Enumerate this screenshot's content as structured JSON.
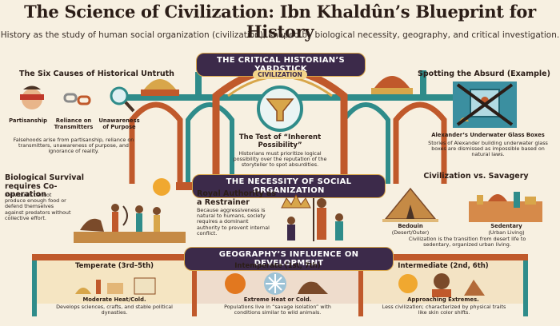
{
  "title": "The Science of Civilization: Ibn Khaldûn’s Blueprint for History",
  "subtitle": "History as the study of human social organization (civilization), shaped by biological necessity, geography, and critical investigation.",
  "banners": {
    "yardstick": "THE CRITICAL HISTORIAN’S YARDSTICK",
    "necessity": "THE NECESSITY OF SOCIAL ORGANIZATION",
    "geography": "GEOGRAPHY’S INFLUENCE ON DEVELOPMENT"
  },
  "arch_label": "CIVILIZATION",
  "untruth": {
    "heading": "The Six Causes of Historical Untruth",
    "items": [
      {
        "label": "Partisanship",
        "icon": "blindfold-icon"
      },
      {
        "label": "Reliance on Transmitters",
        "icon": "broken-chain-icon"
      },
      {
        "label": "Unawareness of Purpose",
        "icon": "magnifier-icon"
      }
    ],
    "text": "Falsehoods arise from partisanship, reliance on transmitters, unawareness of purpose, and ignorance of reality."
  },
  "test": {
    "title": "The Test of “Inherent Possibility”",
    "text": "Historians must prioritize logical possibility over the reputation of the storyteller to spot absurdities."
  },
  "absurd": {
    "heading": "Spotting the Absurd (Example)",
    "caption": "Alexander’s Underwater Glass Boxes",
    "text": "Stories of Alexander building underwater glass boxes are dismissed as impossible based on natural laws."
  },
  "survival": {
    "heading": "Biological Survival requires Co-operation",
    "text": "Individuals cannot produce enough food or defend themselves against predators without collective effort."
  },
  "royal": {
    "heading": "Royal Authority as a Restrainer",
    "text": "Because aggressiveness is natural to humans, society requires a dominant authority to prevent internal conflict."
  },
  "savagery": {
    "heading": "Civilization vs. Savagery",
    "bedouin": "Bedouin",
    "bedouin_sub": "(Desert/Outer)",
    "sedentary": "Sedentary",
    "sedentary_sub": "(Urban Living)",
    "text": "Civilization is the transition from desert life to sedentary, organized urban living."
  },
  "zones": [
    {
      "name": "Temperate (3rd–5th)",
      "caption": "Moderate Heat/Cold.",
      "text": "Develops sciences, crafts, and stable political dynasties."
    },
    {
      "name": "Intemperate (1st, 7th)",
      "caption": "Extreme Heat or Cold.",
      "text": "Populations live in “savage isolation” with conditions similar to wild animals."
    },
    {
      "name": "Intermediate (2nd, 6th)",
      "caption": "Approaching Extremes.",
      "text": "Less civilization; characterized by physical traits like skin color shifts."
    }
  ],
  "colors": {
    "banner": "#3c2a4a",
    "arch": "#c0592b",
    "teal": "#2f8c8a",
    "gold": "#d8a64a",
    "background": "#f7f0e1"
  }
}
